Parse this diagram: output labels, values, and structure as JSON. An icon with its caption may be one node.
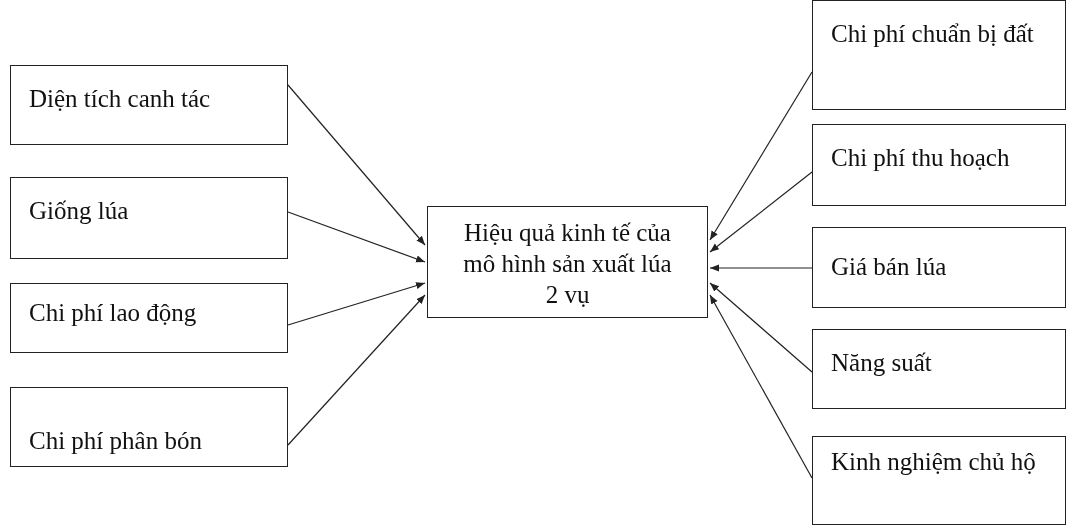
{
  "diagram": {
    "nodes": [
      {
        "text": [
          "Diện tích canh tác"
        ]
      },
      {
        "text": [
          "Giống lúa"
        ]
      },
      {
        "text": [
          "Chi phí lao động"
        ]
      },
      {
        "text": [
          "Chi phí phân bón"
        ]
      },
      {
        "text": [
          "Hiệu quả kinh tế của mô hình sản xuất lúa 2 vụ"
        ]
      },
      {
        "text": [
          "Chi phí chuẩn bị đất"
        ]
      },
      {
        "text": [
          "Chi phí thu hoạch"
        ]
      },
      {
        "text": [
          "Giá bán lúa"
        ]
      },
      {
        "text": [
          "Năng suất"
        ]
      },
      {
        "text": [
          "Kinh nghiệm chủ hộ"
        ]
      }
    ],
    "edges": [
      {
        "from": 0,
        "to": 4,
        "arrow": "to"
      },
      {
        "from": 1,
        "to": 4,
        "arrow": "to"
      },
      {
        "from": 2,
        "to": 4,
        "arrow": "to"
      },
      {
        "from": 3,
        "to": 4,
        "arrow": "to"
      },
      {
        "from": 5,
        "to": 4,
        "arrow": "to"
      },
      {
        "from": 6,
        "to": 4,
        "arrow": "to"
      },
      {
        "from": 7,
        "to": 4,
        "arrow": "to"
      },
      {
        "from": 8,
        "to": 4,
        "arrow": "to"
      },
      {
        "from": 9,
        "to": 4,
        "arrow": "to"
      }
    ]
  }
}
